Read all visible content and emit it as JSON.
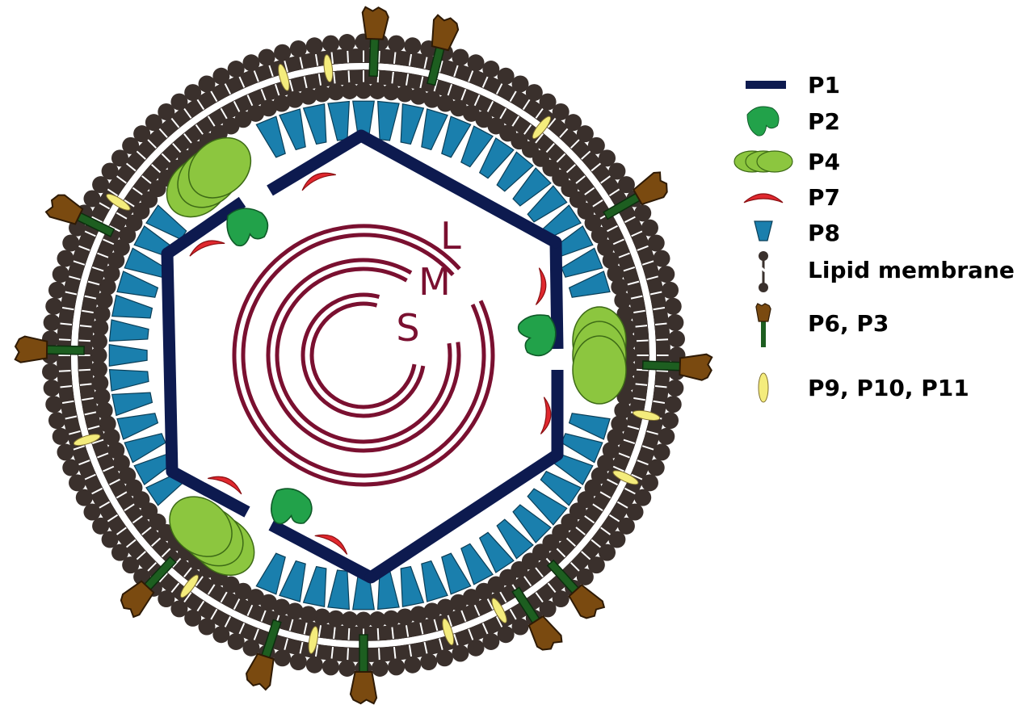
{
  "diagram": {
    "segments": [
      {
        "key": "L",
        "label": "L"
      },
      {
        "key": "M",
        "label": "M"
      },
      {
        "key": "S",
        "label": "S"
      }
    ],
    "legend": [
      {
        "key": "p1",
        "icon": "p1-bar-icon",
        "label": "P1"
      },
      {
        "key": "p2",
        "icon": "p2-blob-icon",
        "label": "P2"
      },
      {
        "key": "p4",
        "icon": "p4-hexamer-icon",
        "label": "P4"
      },
      {
        "key": "p7",
        "icon": "p7-crescent-icon",
        "label": "P7"
      },
      {
        "key": "p8",
        "icon": "p8-trapezoid-icon",
        "label": "P8"
      },
      {
        "key": "lipid",
        "icon": "lipid-molecule-icon",
        "label": "Lipid membrane"
      },
      {
        "key": "p6p3",
        "icon": "spike-icon",
        "label": "P6, P3"
      },
      {
        "key": "p9",
        "icon": "yellow-ellipse-icon",
        "label": "P9, P10, P11"
      }
    ],
    "colors": {
      "p1": "#0d1a4f",
      "p2": "#22a24a",
      "p4": "#8cc63f",
      "p7": "#e0282e",
      "p8": "#1a7fad",
      "lipid_head": "#3a302c",
      "p6_head": "#7a4a10",
      "p6_stalk": "#1d5e20",
      "p9": "#f4ec7c",
      "rna": "#7a1030"
    }
  }
}
